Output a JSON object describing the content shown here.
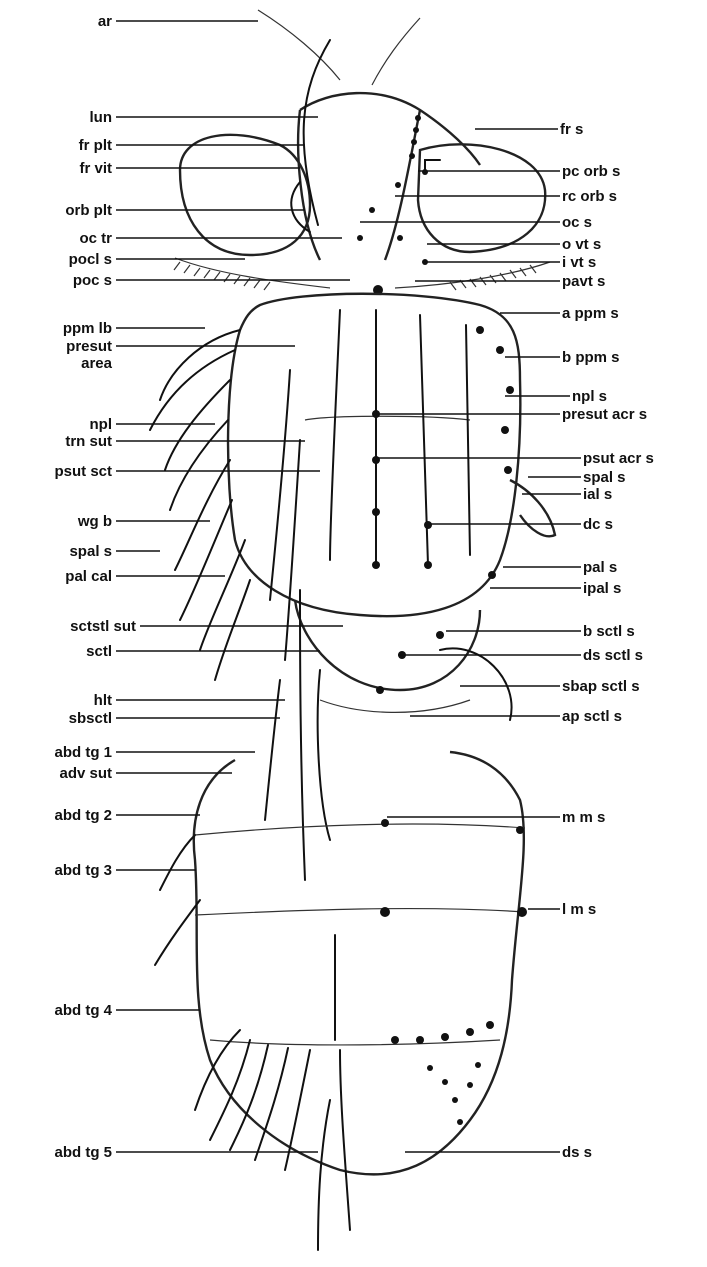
{
  "figure": {
    "left_labels": [
      {
        "id": "ar",
        "text": "ar"
      },
      {
        "id": "lun",
        "text": "lun"
      },
      {
        "id": "fr-plt",
        "text": "fr plt"
      },
      {
        "id": "fr-vit",
        "text": "fr vit"
      },
      {
        "id": "orb-plt",
        "text": "orb plt"
      },
      {
        "id": "oc-tr",
        "text": "oc tr"
      },
      {
        "id": "pocl-s",
        "text": "pocl s"
      },
      {
        "id": "poc-s",
        "text": "poc s"
      },
      {
        "id": "ppm-lb",
        "text": "ppm lb"
      },
      {
        "id": "presut-area",
        "text": "presut\narea"
      },
      {
        "id": "npl",
        "text": "npl"
      },
      {
        "id": "trn-sut",
        "text": "trn sut"
      },
      {
        "id": "psut-sct",
        "text": "psut sct"
      },
      {
        "id": "wg-b",
        "text": "wg b"
      },
      {
        "id": "spal-s-left",
        "text": "spal s"
      },
      {
        "id": "pal-cal",
        "text": "pal cal"
      },
      {
        "id": "sctstl-sut",
        "text": "sctstl sut"
      },
      {
        "id": "sctl",
        "text": "sctl"
      },
      {
        "id": "hlt",
        "text": "hlt"
      },
      {
        "id": "sbsctl",
        "text": "sbsctl"
      },
      {
        "id": "abd-tg-1",
        "text": "abd tg 1"
      },
      {
        "id": "adv-sut",
        "text": "adv sut"
      },
      {
        "id": "abd-tg-2",
        "text": "abd tg 2"
      },
      {
        "id": "abd-tg-3",
        "text": "abd tg 3"
      },
      {
        "id": "abd-tg-4",
        "text": "abd tg 4"
      },
      {
        "id": "abd-tg-5",
        "text": "abd tg 5"
      }
    ],
    "right_labels": [
      {
        "id": "fr-s",
        "text": "fr s"
      },
      {
        "id": "pc-orb-s",
        "text": "pc orb s"
      },
      {
        "id": "rc-orb-s",
        "text": "rc orb s"
      },
      {
        "id": "oc-s",
        "text": "oc s"
      },
      {
        "id": "o-vt-s",
        "text": "o vt s"
      },
      {
        "id": "i-vt-s",
        "text": "i vt s"
      },
      {
        "id": "pavt-s",
        "text": "pavt s"
      },
      {
        "id": "a-ppm-s",
        "text": "a ppm s"
      },
      {
        "id": "b-ppm-s",
        "text": "b ppm s"
      },
      {
        "id": "npl-s",
        "text": "npl s"
      },
      {
        "id": "presut-acr-s",
        "text": "presut acr s"
      },
      {
        "id": "psut-acr-s",
        "text": "psut acr s"
      },
      {
        "id": "spal-s-right",
        "text": "spal s"
      },
      {
        "id": "ial-s",
        "text": "ial s"
      },
      {
        "id": "dc-s",
        "text": "dc s"
      },
      {
        "id": "pal-s",
        "text": "pal s"
      },
      {
        "id": "ipal-s",
        "text": "ipal s"
      },
      {
        "id": "b-sctl-s",
        "text": "b sctl s"
      },
      {
        "id": "ds-sctl-s",
        "text": "ds sctl s"
      },
      {
        "id": "sbap-sctl-s",
        "text": "sbap sctl s"
      },
      {
        "id": "ap-sctl-s",
        "text": "ap sctl s"
      },
      {
        "id": "m-m-s",
        "text": "m m s"
      },
      {
        "id": "l-m-s",
        "text": "l m s"
      },
      {
        "id": "ds-s",
        "text": "ds s"
      }
    ]
  }
}
